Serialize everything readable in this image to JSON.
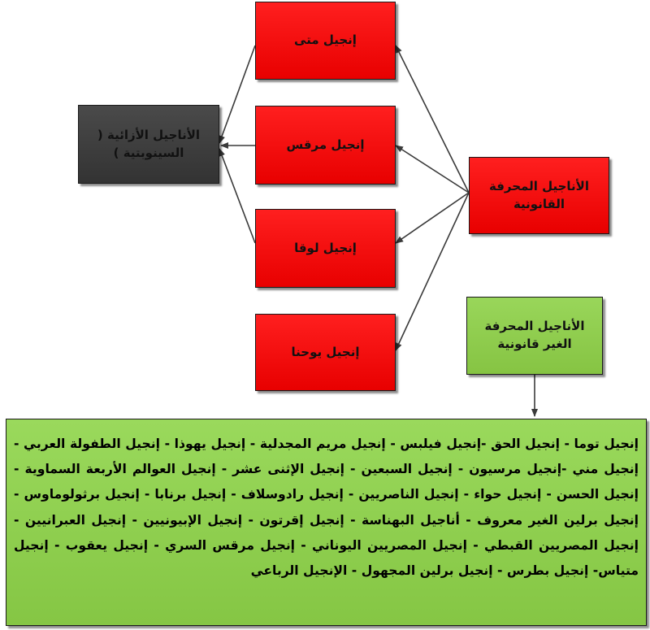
{
  "diagram": {
    "synoptic_gospels": "الأناجيل الأزائية ( السينوبتية )",
    "canonical_gospels": "الأناجيل المحرفة القانونية",
    "gospel_matthew": "إنجيل متى",
    "gospel_mark": "إنجيل مرقس",
    "gospel_luke": "إنجيل لوقا",
    "gospel_john": "إنجيل يوحنا",
    "non_canonical_gospels": "الأناجيل المحرفة الغير قانونية",
    "apocryphal_list": "إنجيل توما - إنجيل الحق -إنجيل فيلبس - إنجيل مريم المجدلية - إنجيل يهوذا - إنجيل الطفولة العربي - إنجيل مني -إنجيل مرسيون - إنجيل السبعين - إنجيل الإثنى عشر - إنجيل العوالم الأربعة السماوية - إنجيل الحسن - إنجيل حواء - إنجيل الناصريين - إنجيل رادوسلاف - إنجيل برنابا - إنجيل برثولوماوس - إنجيل برلين الغير معروف - أناجيل البهناسة - إنجيل إقرتون - إنجيل الإبيونيين - إنجيل العبرانيين - إنجيل المصريين القبطي - إنجيل المصريين اليوناني - إنجيل مرقس السري - إنجيل يعقوب - إنجيل متياس- إنجيل بطرس - إنجيل برلين المجهول - الإنجيل الرباعي"
  },
  "colors": {
    "red": "#ff0000",
    "dark": "#3c3c3c",
    "green": "#8dcb4c",
    "arrow": "#3a3a3a"
  }
}
